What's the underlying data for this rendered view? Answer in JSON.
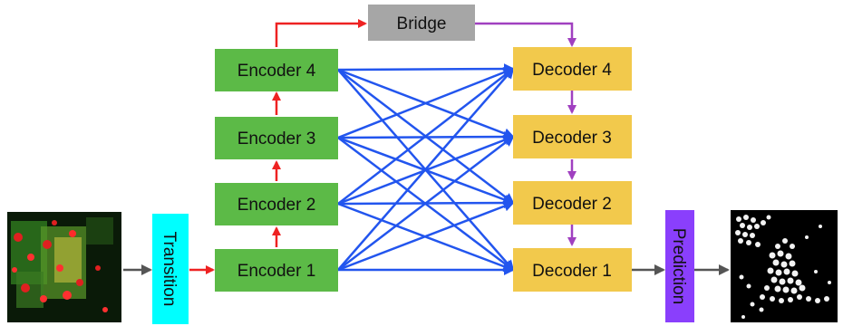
{
  "diagram": {
    "bridge": {
      "label": "Bridge",
      "color": "#a6a6a6"
    },
    "transition": {
      "label": "Transition",
      "color": "#00ffff"
    },
    "prediction": {
      "label": "Prediction",
      "color": "#8a3ffc"
    },
    "encoders": [
      {
        "label": "Encoder 1"
      },
      {
        "label": "Encoder 2"
      },
      {
        "label": "Encoder 3"
      },
      {
        "label": "Encoder 4"
      }
    ],
    "decoders": [
      {
        "label": "Decoder 1"
      },
      {
        "label": "Decoder 2"
      },
      {
        "label": "Decoder 3"
      },
      {
        "label": "Decoder 4"
      }
    ],
    "colors": {
      "encoder_fill": "#5cba47",
      "decoder_fill": "#f2c94c",
      "encoder_chain_arrow": "#ee2222",
      "decoder_chain_arrow": "#a040c0",
      "skip_connection_arrow": "#2255ee",
      "io_arrow": "#555555"
    },
    "input_image": {
      "kind": "fluorescence microscopy tile (red/green cells)"
    },
    "output_image": {
      "kind": "binary segmentation mask (white cells on black)"
    }
  }
}
